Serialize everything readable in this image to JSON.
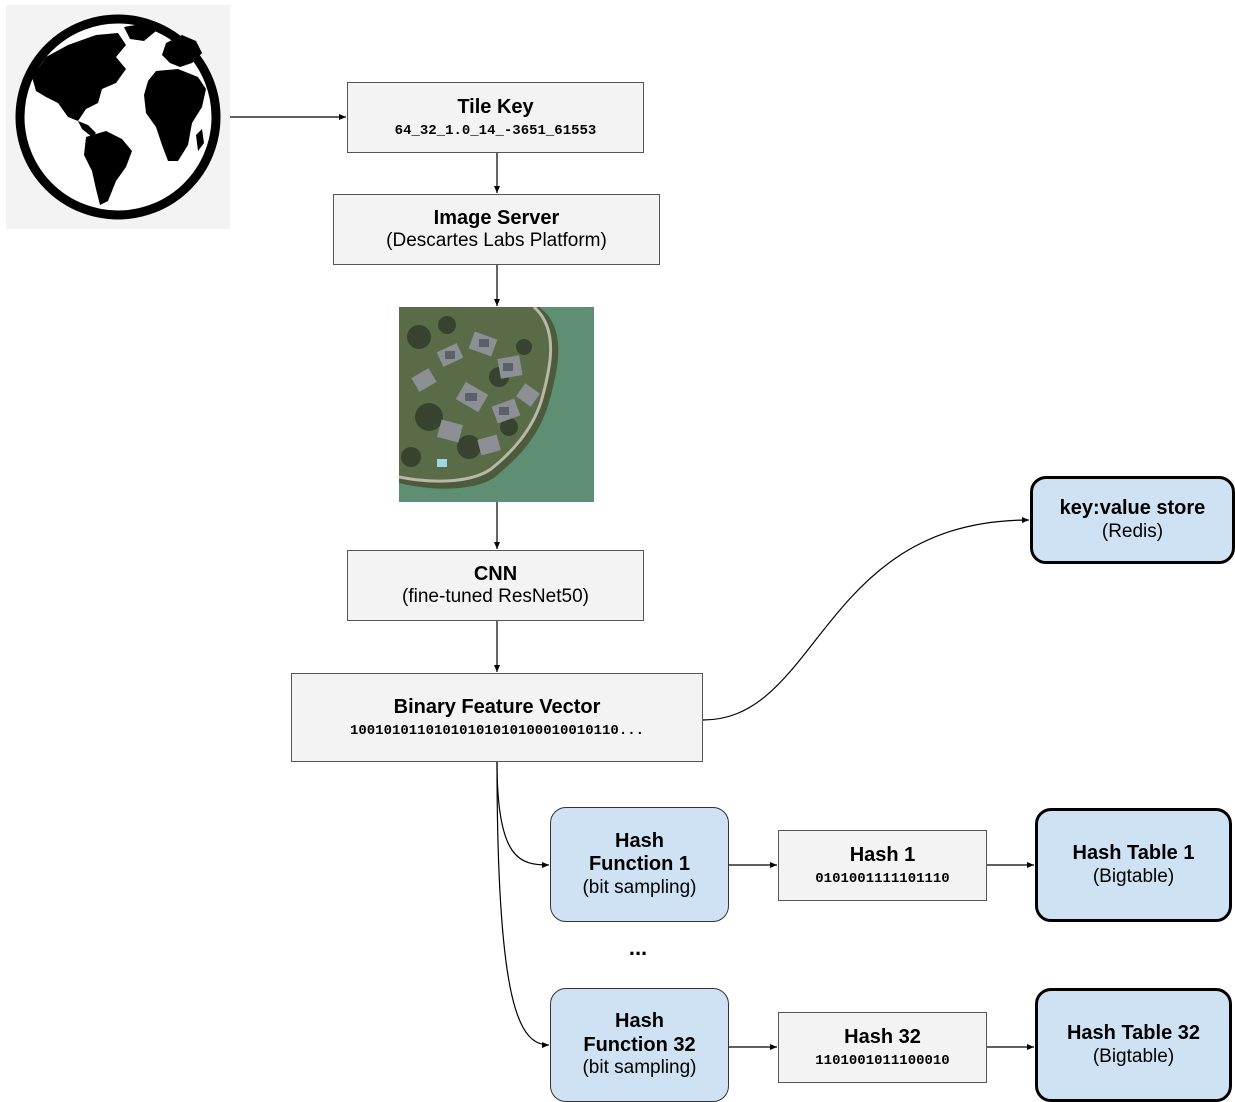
{
  "nodes": {
    "tile_key": {
      "title": "Tile Key",
      "value": "64_32_1.0_14_-3651_61553"
    },
    "image_server": {
      "title": "Image Server",
      "subtitle": "(Descartes Labs Platform)"
    },
    "cnn": {
      "title": "CNN",
      "subtitle": "(fine-tuned ResNet50)"
    },
    "feature_vector": {
      "title": "Binary Feature Vector",
      "value": "10010101101010101010100010010110..."
    },
    "kv_store": {
      "title": "key:value store",
      "subtitle": "(Redis)"
    },
    "hash_fn_1": {
      "title_line1": "Hash",
      "title_line2": "Function 1",
      "subtitle": "(bit sampling)"
    },
    "hash_1": {
      "title": "Hash 1",
      "value": "0101001111101110"
    },
    "hash_table_1": {
      "title": "Hash Table 1",
      "subtitle": "(Bigtable)"
    },
    "ellipsis": "...",
    "hash_fn_32": {
      "title_line1": "Hash",
      "title_line2": "Function 32",
      "subtitle": "(bit sampling)"
    },
    "hash_32": {
      "title": "Hash 32",
      "value": "1101001011100010"
    },
    "hash_table_32": {
      "title": "Hash Table 32",
      "subtitle": "(Bigtable)"
    }
  },
  "icons": {
    "globe": "globe-icon",
    "satellite_image": "satellite-image-icon"
  },
  "colors": {
    "grey_box": "#f3f3f3",
    "blue_box": "#cfe2f3",
    "border": "#555555",
    "water": "#5f8f73",
    "arrow": "#000000"
  }
}
